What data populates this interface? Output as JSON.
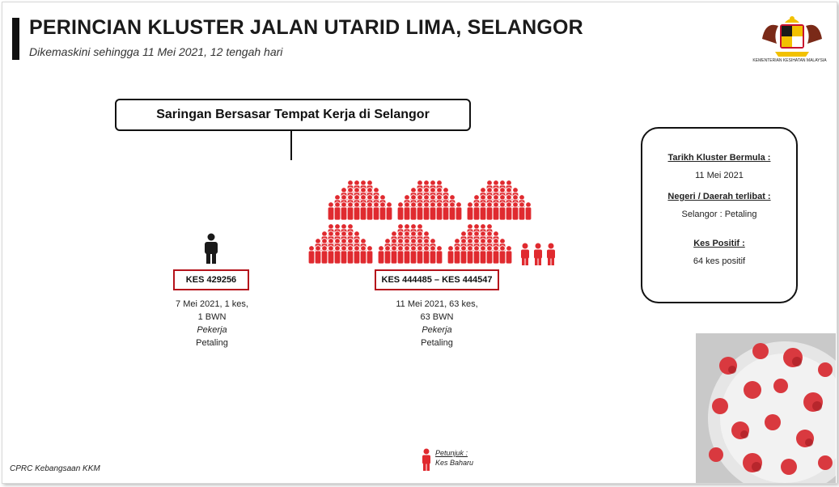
{
  "header": {
    "title": "PERINCIAN KLUSTER JALAN UTARID LIMA, SELANGOR",
    "subtitle": "Dikemaskini sehingga 11 Mei 2021, 12 tengah hari",
    "logo_text": "KEMENTERIAN KESIHATAN MALAYSIA"
  },
  "source": {
    "label": "Saringan Bersasar Tempat Kerja di Selangor"
  },
  "index_case": {
    "case_id": "KES 429256",
    "line1": "7 Mei 2021, 1 kes,",
    "line2": "1 BWN",
    "line3": "Pekerja",
    "line4": "Petaling"
  },
  "new_cases": {
    "case_id": "KES 444485 – KES 444547",
    "line1": "11 Mei 2021, 63 kes,",
    "line2": "63 BWN",
    "line3": "Pekerja",
    "line4": "Petaling"
  },
  "info": {
    "label1": "Tarikh Kluster Bermula :",
    "value1": "11 Mei 2021",
    "label2": "Negeri / Daerah terlibat :",
    "value2": "Selangor : Petaling",
    "label3": "Kes Positif :",
    "value3": "64 kes positif"
  },
  "legend": {
    "title": "Petunjuk :",
    "label": "Kes Baharu"
  },
  "footer": {
    "text": "CPRC Kebangsaan KKM"
  },
  "colors": {
    "accent": "#e02a2f",
    "case_border": "#b5121b",
    "dark_person": "#1a1a1a"
  },
  "icons": {
    "index": "person-icon",
    "new": "crowd-icon",
    "legend": "person-icon"
  }
}
